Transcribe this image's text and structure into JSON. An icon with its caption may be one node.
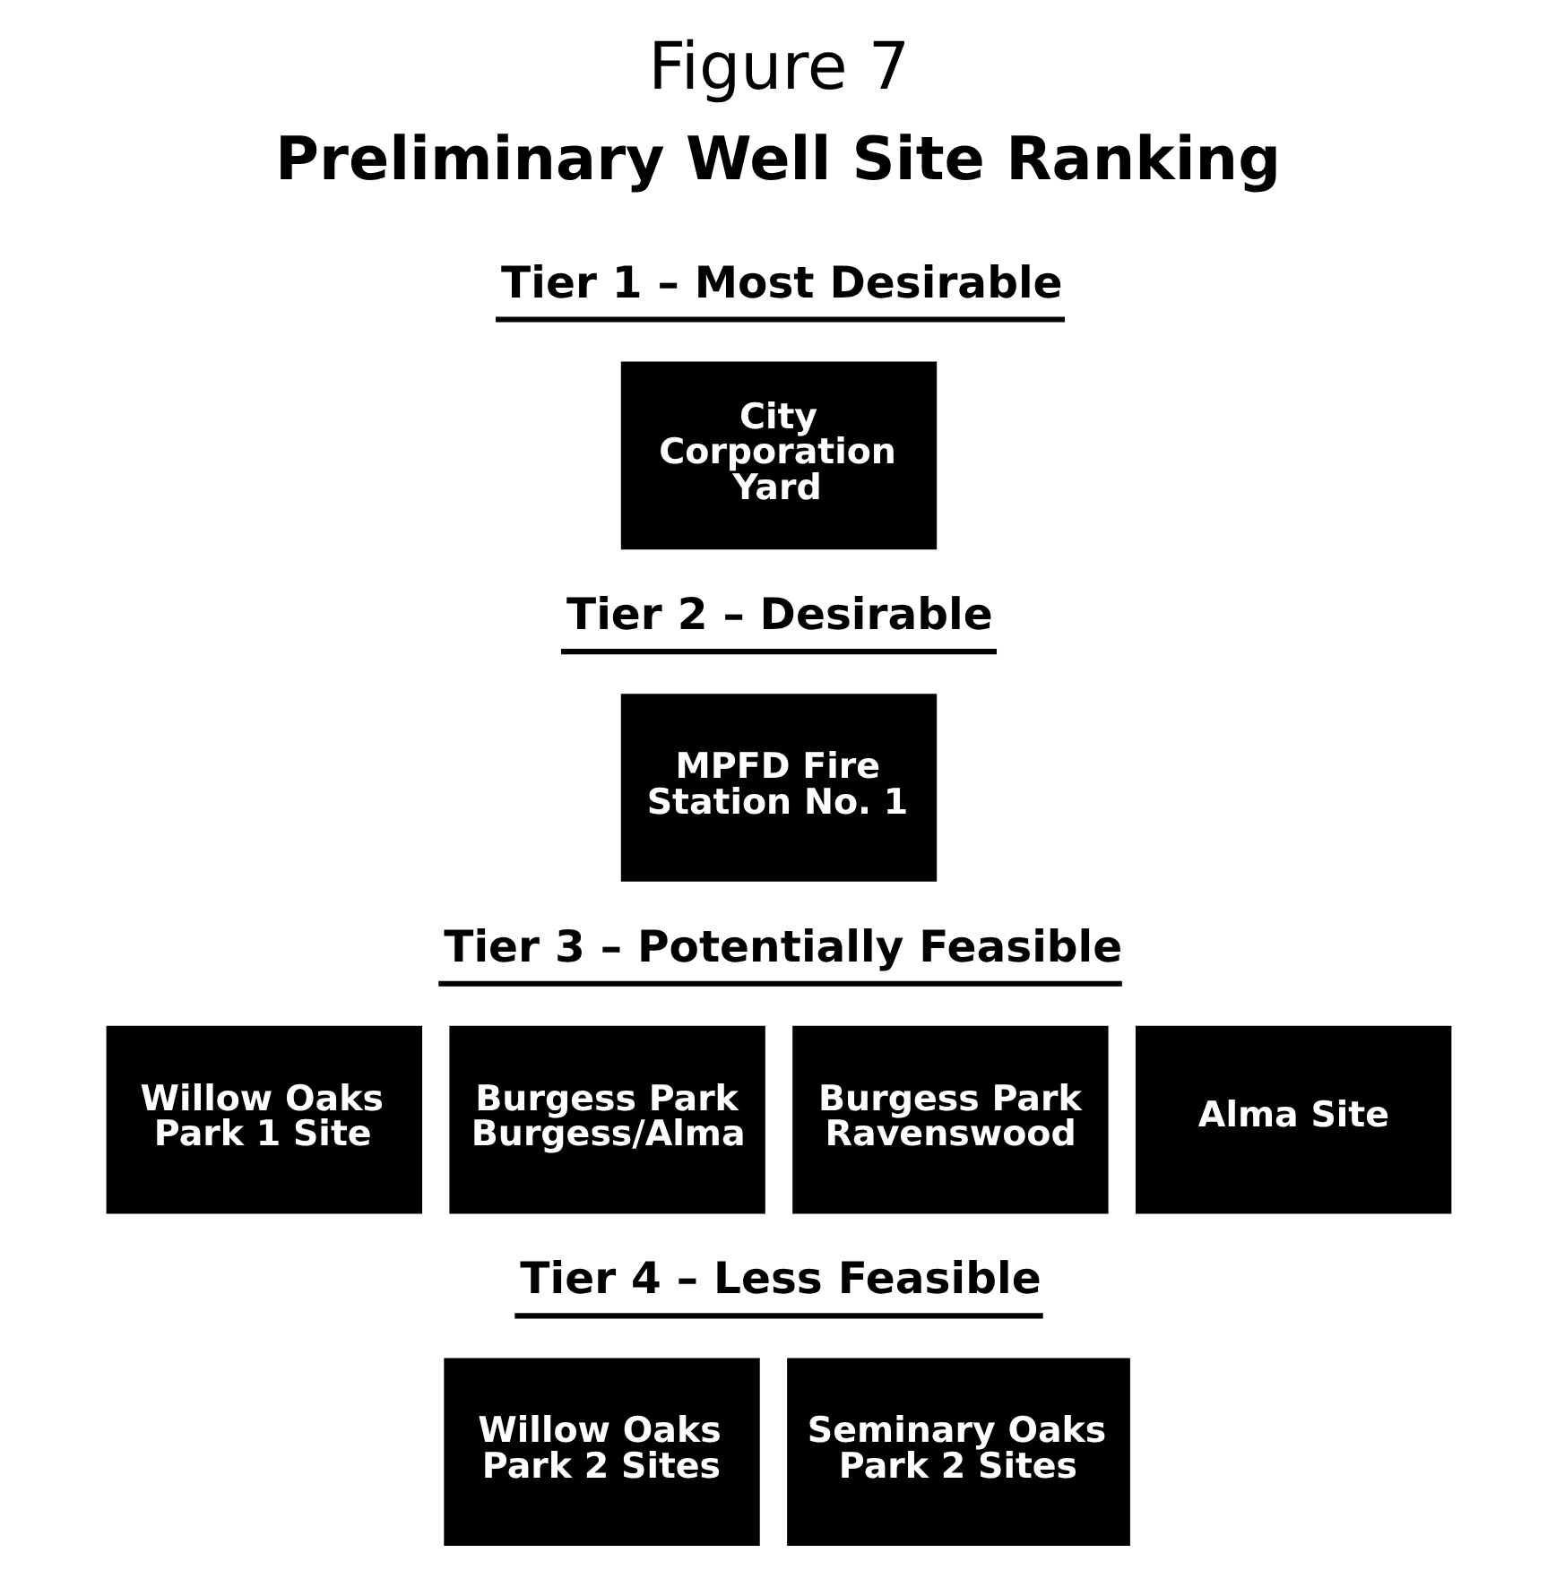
{
  "diagram": {
    "title": "Figure 7",
    "nodes": [
      {
        "text": [
          "City Corporation Yard"
        ]
      },
      {
        "text": [
          "MPFD Fire Station No. 1"
        ]
      },
      {
        "text": [
          "Willow Oaks Park 1 Site"
        ]
      },
      {
        "text": [
          "Burgess Park Burgess/Alma"
        ]
      },
      {
        "text": [
          "Burgess Park Ravenswood"
        ]
      },
      {
        "text": [
          "Alma Site"
        ]
      },
      {
        "text": [
          "Willow Oaks Park 2 Sites"
        ]
      },
      {
        "text": [
          "Seminary Oaks Park 2 Sites"
        ]
      }
    ],
    "edges": [],
    "labels": [
      "Preliminary Well Site Ranking",
      "Tier 1 – Most Desirable",
      "Tier 2 – Desirable",
      "Tier 3 – Potentially Feasible",
      "Tier 4 – Less Feasible"
    ]
  }
}
